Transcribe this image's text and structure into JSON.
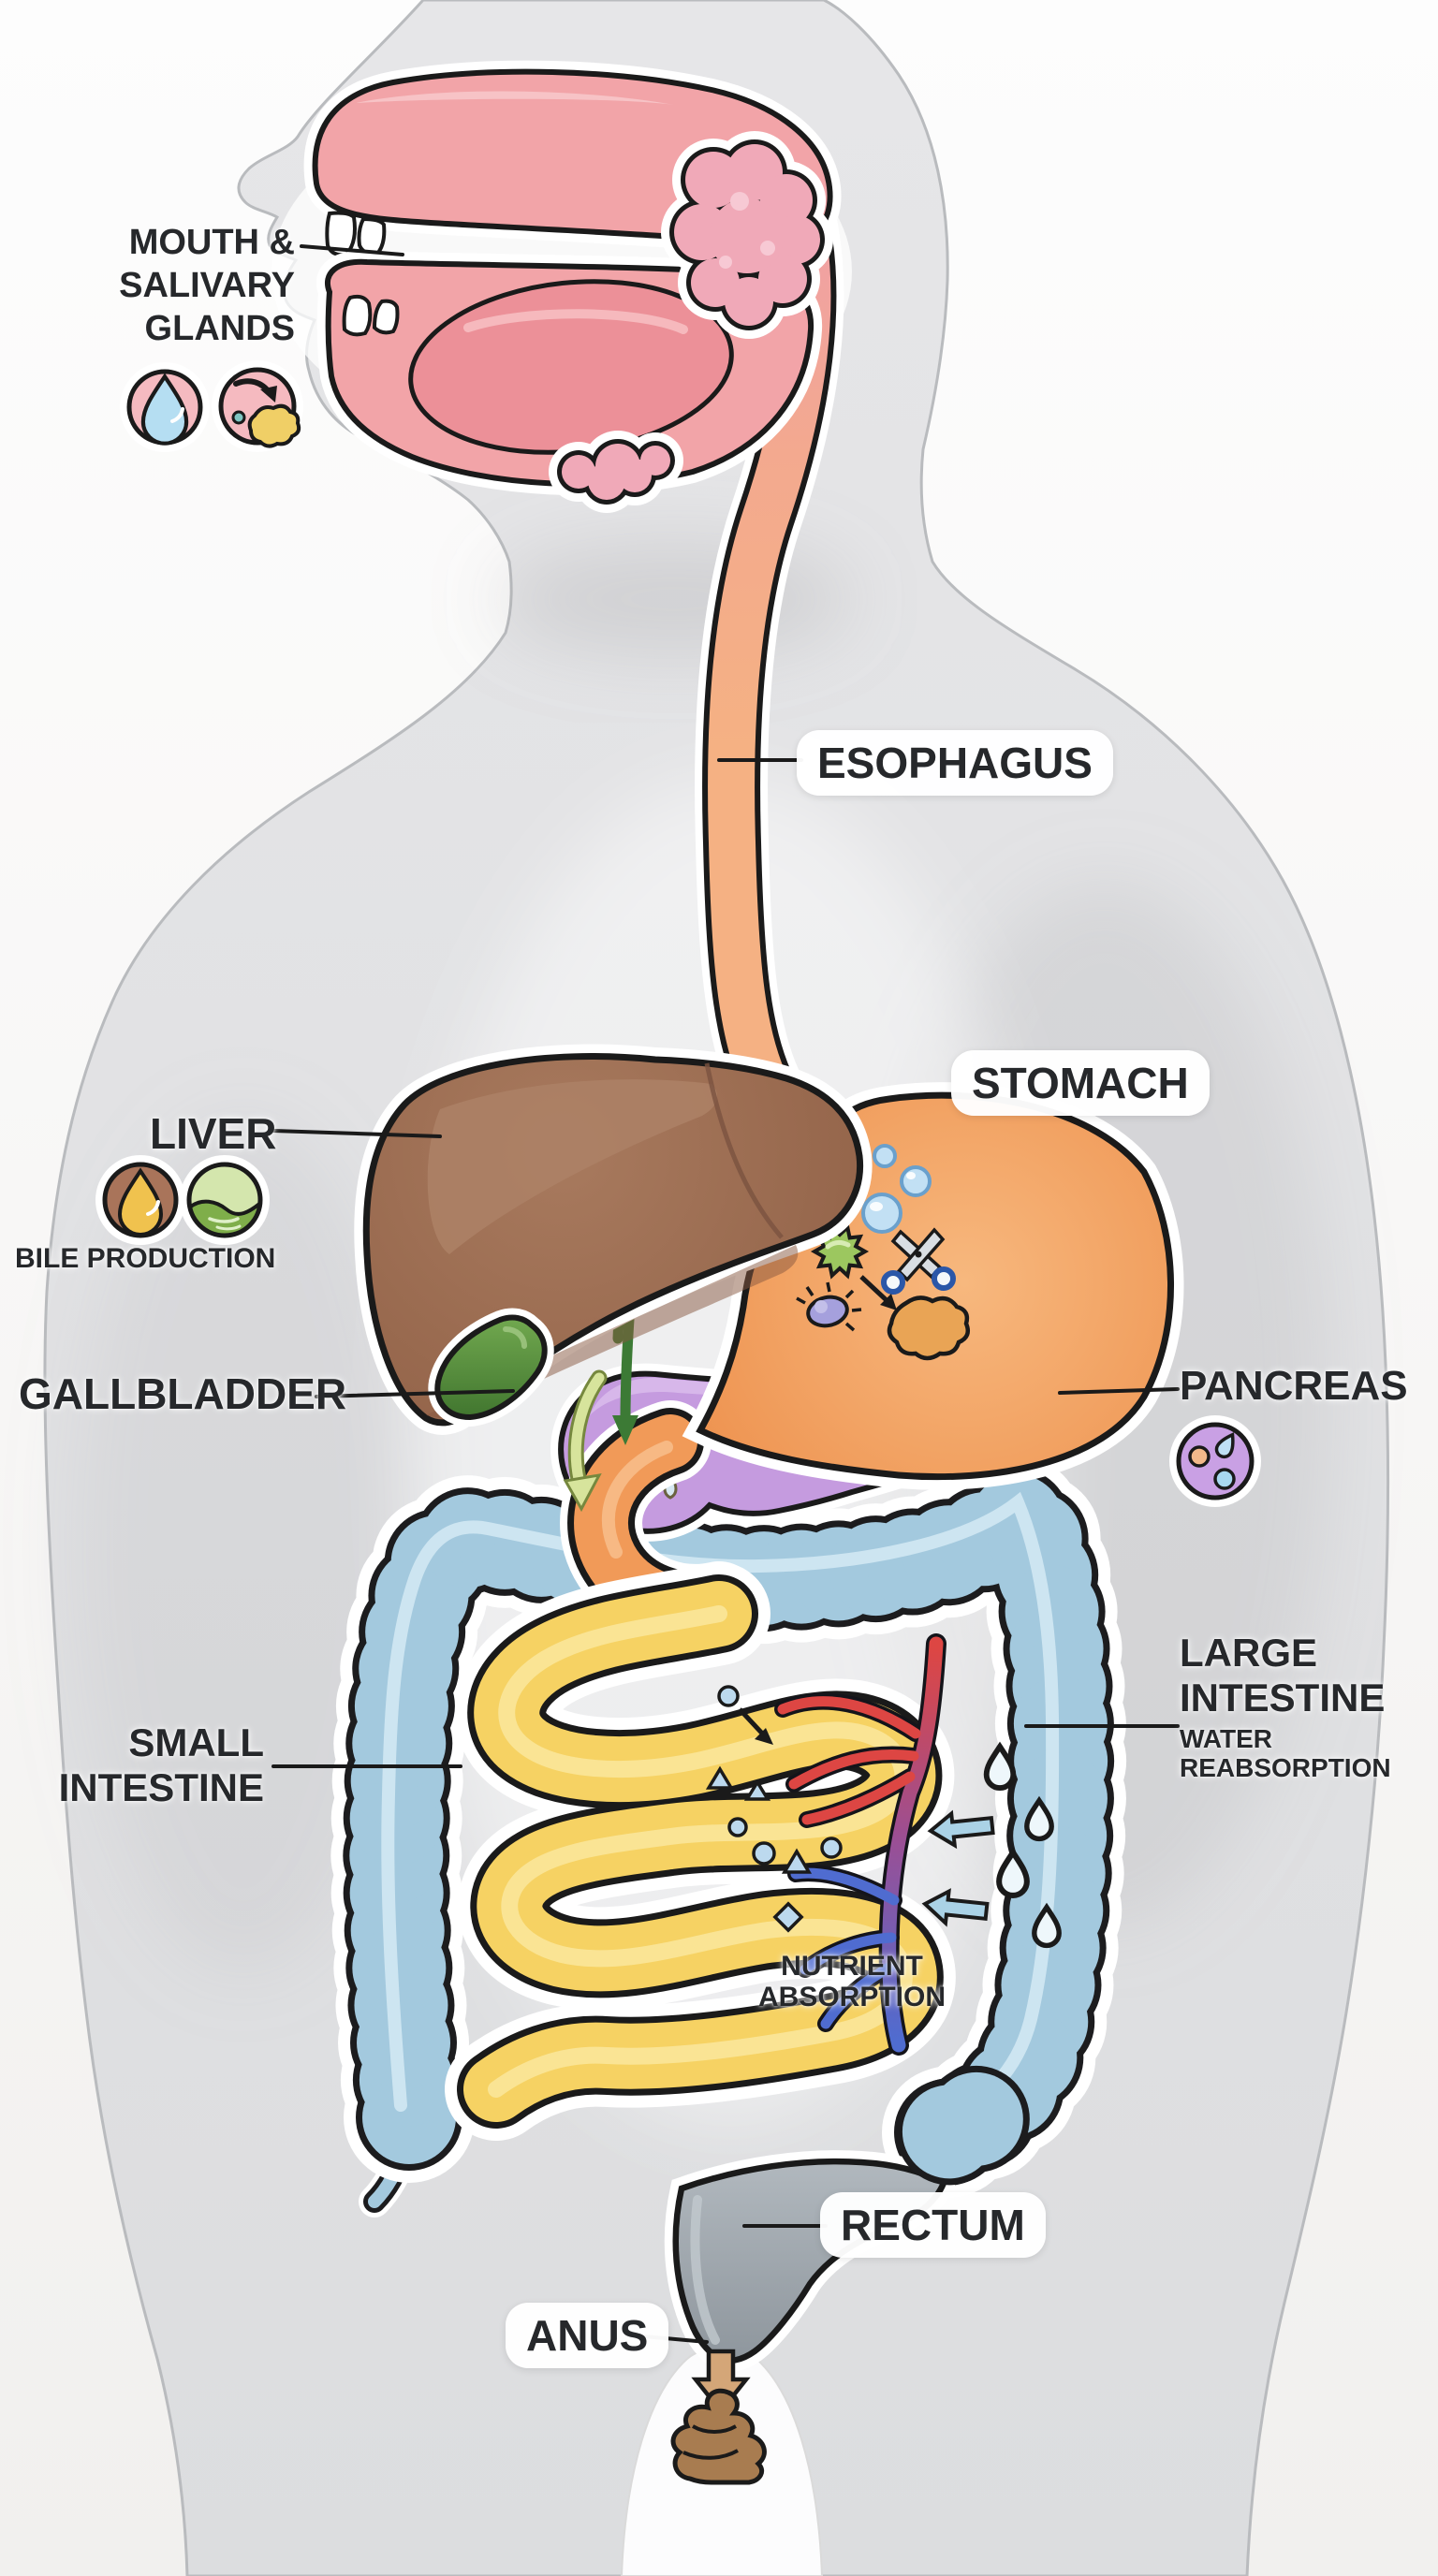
{
  "title": "Human digestive system diagram",
  "labels": {
    "mouth": {
      "line1": "MOUTH &",
      "line2": "SALIVARY",
      "line3": "GLANDS"
    },
    "esophagus": "ESOPHAGUS",
    "liver": "LIVER",
    "bile_production": "BILE PRODUCTION",
    "stomach": "STOMACH",
    "gallbladder": "GALLBLADDER",
    "pancreas": "PANCREAS",
    "small_intestine": {
      "line1": "SMALL",
      "line2": "INTESTINE"
    },
    "large_intestine": {
      "line1": "LARGE",
      "line2": "INTESTINE"
    },
    "water_reabsorption": {
      "line1": "WATER",
      "line2": "REABSORPTION"
    },
    "nutrient_absorption": {
      "line1": "NUTRIENT",
      "line2": "ABSORPTION"
    },
    "rectum": "RECTUM",
    "anus": "ANUS"
  },
  "icons": {
    "saliva-drop-icon": "teardrop in pink circle",
    "chewed-food-icon": "arrow to food bolus in pink circle",
    "bile-drop-icon": "amber droplet in brown circle",
    "bile-flow-icon": "green wave in circle",
    "pancreatic-enzymes-icon": "enzyme droplets in purple circle",
    "acid-bubbles-icon": "blue bubbles in stomach",
    "microbe-green-icon": "spiky green microbe",
    "microbe-purple-icon": "purple microbe",
    "enzyme-scissors-icon": "scissors cutting food",
    "chyme-icon": "digested food blob",
    "nutrient-particles-icon": "blue triangles, circles, diamonds",
    "blood-vessels-icon": "red artery and blue vein",
    "water-droplets-icon": "water drops on colon",
    "reabsorption-arrows-icon": "left arrows from colon",
    "excretion-arrow-icon": "downward arrow below anus",
    "feces-icon": "stool swirl"
  },
  "colors": {
    "text": "#26282b",
    "body_silhouette": "#e3e3e5",
    "mouth_pink": "#f2a4a8",
    "gland_pink": "#f0a9b8",
    "esophagus_salmon": "#f4ae85",
    "liver_brown": "#9b6b50",
    "gallbladder_green": "#5d9440",
    "stomach_orange": "#f19a58",
    "pancreas_purple": "#c59bdf",
    "small_intestine_yellow": "#f6d263",
    "large_intestine_blue": "#a3c9de",
    "rectum_gray": "#9aa2a8",
    "artery_red": "#dd4643",
    "vein_blue": "#4f6cd0",
    "feces_brown": "#a87c50"
  }
}
